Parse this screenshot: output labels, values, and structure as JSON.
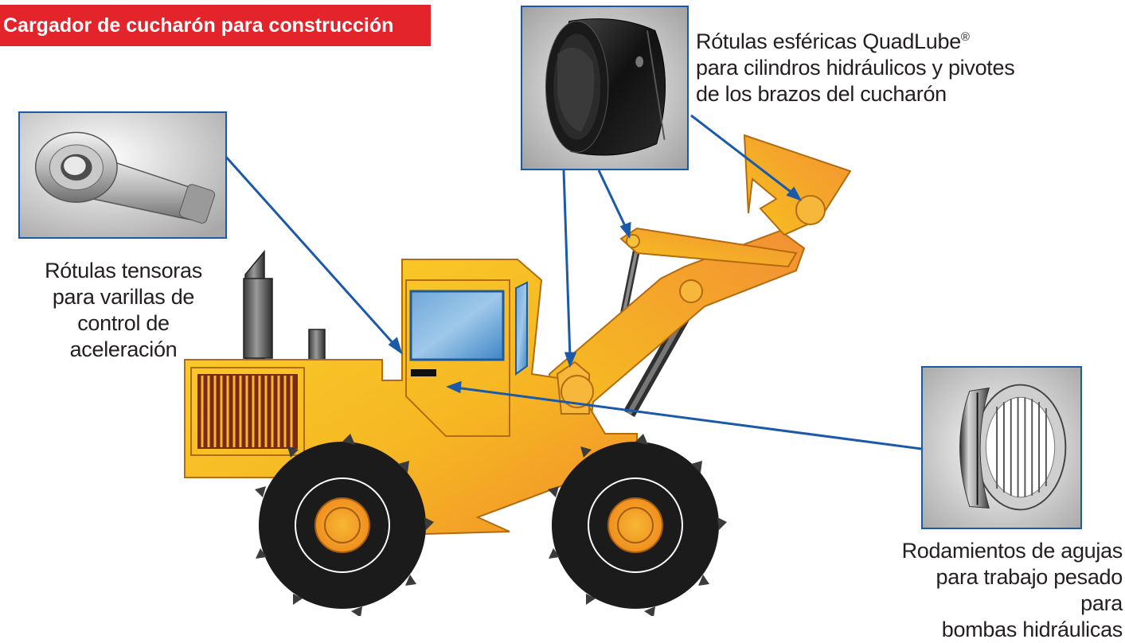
{
  "title": "Cargador de cucharón para construcción",
  "callouts": {
    "quadlube": {
      "line1_text": "Rótulas esféricas QuadLube",
      "line1_sup": "®",
      "line2": "para cilindros hidráulicos y pivotes",
      "line3": "de los brazos del cucharón"
    },
    "rod_end": {
      "line1": "Rótulas tensoras",
      "line2": "para varillas de",
      "line3": "control de",
      "line4": "aceleración"
    },
    "needle": {
      "line1": "Rodamientos de agujas",
      "line2": "para trabajo pesado para",
      "line3": "bombas hidráulicas"
    }
  },
  "colors": {
    "banner": "#e3242b",
    "leader_line": "#1a5aa8",
    "loader_yellow": "#f7c21e",
    "loader_orange": "#f39a2a",
    "tire": "#1b1b1b"
  },
  "icons": [
    "rod-end-bearing-photo",
    "spherical-bearing-photo",
    "needle-roller-bearing-photo",
    "wheel-loader-illustration"
  ]
}
